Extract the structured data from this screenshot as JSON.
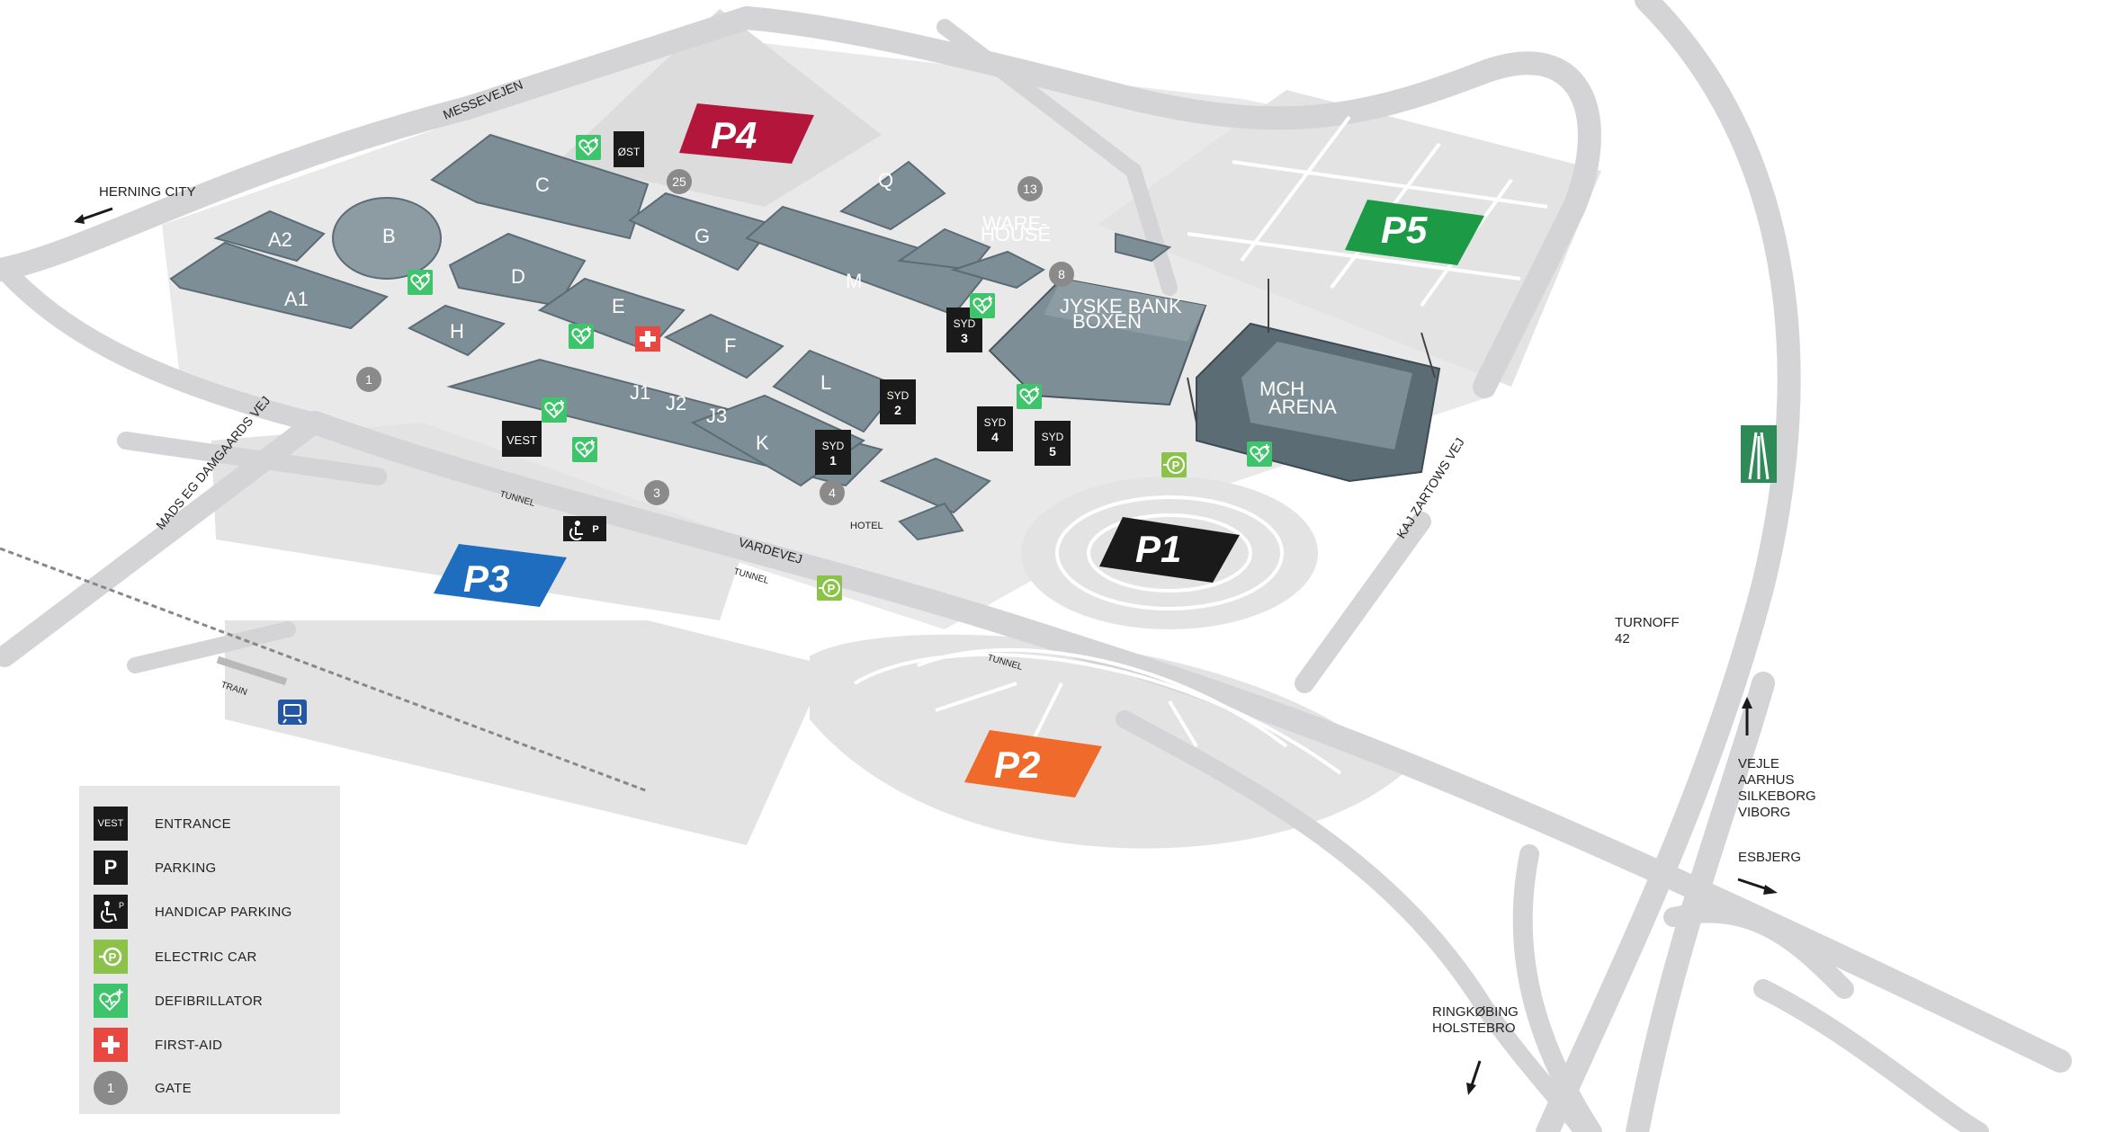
{
  "colors": {
    "road": "#d4d4d6",
    "ground": "#e9e9ea",
    "building": "#7d8e97",
    "building_dark": "#5b6c75",
    "p1": "#1a1a1a",
    "p2": "#ef6a2b",
    "p3": "#1f6dbf",
    "p4": "#b3163a",
    "p5": "#1d9a45",
    "defib": "#3ec46a",
    "electric": "#8bc34a",
    "firstaid": "#e8483f",
    "gate": "#8a8a8a",
    "train": "#2357a5",
    "motorway": "#2e8b57"
  },
  "roads": {
    "messevejen": "MESSEVEJEN",
    "mads": "MADS EG DAMGAARDS VEJ",
    "vardevej": "VARDEVEJ",
    "kaj": "KAJ ZARTOWS VEJ"
  },
  "parking": {
    "p1": "P1",
    "p2": "P2",
    "p3": "P3",
    "p4": "P4",
    "p5": "P5"
  },
  "halls": {
    "a1": "A1",
    "a2": "A2",
    "b": "B",
    "c": "C",
    "d": "D",
    "e": "E",
    "f": "F",
    "g": "G",
    "h": "H",
    "j1": "J1",
    "j2": "J2",
    "j3": "J3",
    "k": "K",
    "l": "L",
    "m": "M",
    "q": "Q",
    "warehouse_1": "WARE-",
    "warehouse_2": "HOUSE",
    "boxen_1": "JYSKE BANK",
    "boxen_2": "BOXEN",
    "arena_1": "MCH",
    "arena_2": "ARENA"
  },
  "entrances": {
    "ost": "ØST",
    "vest": "VEST",
    "syd_word": "SYD",
    "syd1": "1",
    "syd2": "2",
    "syd3": "3",
    "syd4": "4",
    "syd5": "5"
  },
  "gates": {
    "g1": "1",
    "g3": "3",
    "g4": "4",
    "g8": "8",
    "g13": "13",
    "g25": "25"
  },
  "labels": {
    "hotel": "HOTEL",
    "tunnel": "TUNNEL",
    "train": "TRAIN",
    "herning": "HERNING CITY",
    "turnoff_1": "TURNOFF",
    "turnoff_2": "42",
    "dest_north_1": "VEJLE",
    "dest_north_2": "AARHUS",
    "dest_north_3": "SILKEBORG",
    "dest_north_4": "VIBORG",
    "esbjerg": "ESBJERG",
    "ringkobing_1": "RINGKØBING",
    "ringkobing_2": "HOLSTEBRO"
  },
  "legend": {
    "entrance_sample": "VEST",
    "entrance": "ENTRANCE",
    "parking_sample": "P",
    "parking": "PARKING",
    "handicap": "HANDICAP PARKING",
    "electric": "ELECTRIC CAR",
    "defibrillator": "DEFIBRILLATOR",
    "first_aid": "FIRST-AID",
    "gate_sample": "1",
    "gate": "GATE"
  },
  "icons": [
    "defibrillator-icon",
    "first-aid-icon",
    "electric-car-icon",
    "handicap-parking-icon",
    "train-station-icon",
    "motorway-icon",
    "arrow-icon",
    "gate-icon"
  ]
}
